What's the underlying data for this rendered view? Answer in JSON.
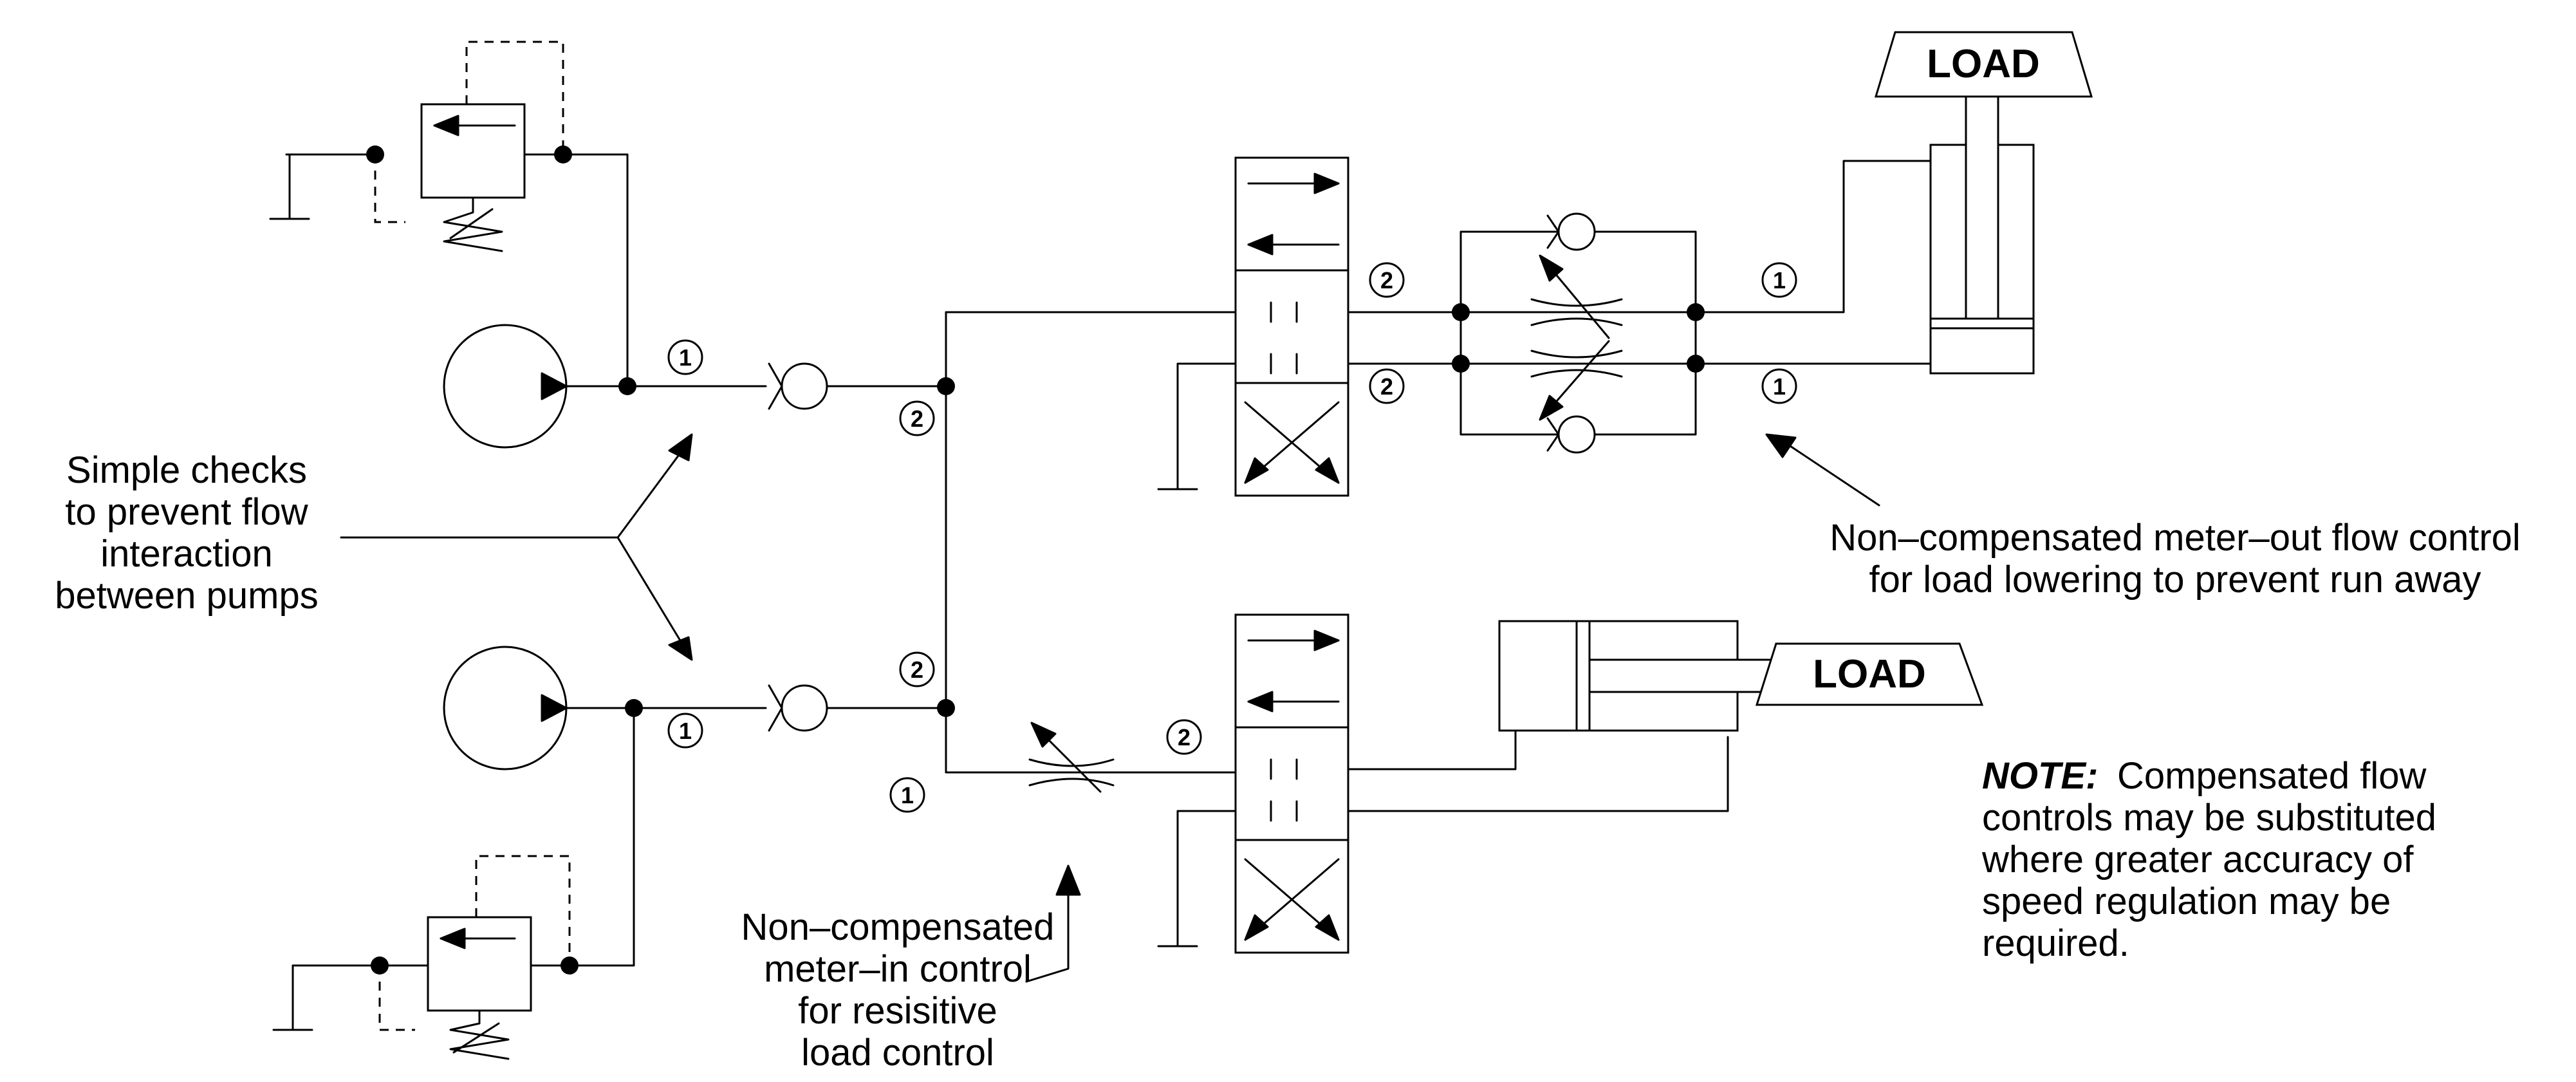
{
  "labels": {
    "checks": [
      "Simple checks",
      "to prevent flow",
      "interaction",
      "between pumps"
    ],
    "meter_out": [
      "Non–compensated meter–out flow control",
      "for load lowering to prevent run away"
    ],
    "meter_in": [
      "Non–compensated",
      "meter–in control",
      "for resisitive",
      "load control"
    ],
    "note_heading": "NOTE:",
    "note_lines": [
      "Compensated flow",
      "controls may be substituted",
      "where greater accuracy of",
      "speed regulation may be",
      "required."
    ],
    "load_top": "LOAD",
    "load_bottom": "LOAD"
  },
  "port_markers": {
    "one": "1",
    "two": "2"
  }
}
